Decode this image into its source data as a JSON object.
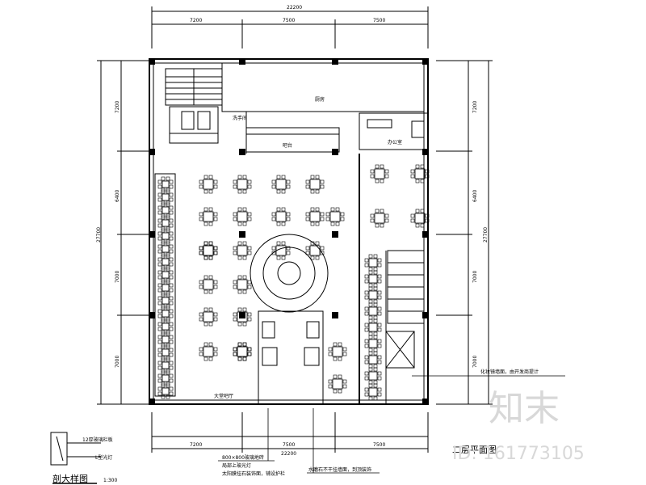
{
  "dimensions": {
    "top_total": "22200",
    "top_segments": [
      "7200",
      "7500",
      "7500"
    ],
    "bottom_total": "22200",
    "bottom_segments": [
      "7200",
      "7500",
      "7500"
    ],
    "left_total": "27700",
    "left_segments": [
      "7200",
      "6400",
      "7000",
      "7000"
    ],
    "right_total": "27700",
    "right_segments": [
      "7200",
      "6400",
      "7000",
      "7000"
    ]
  },
  "rooms": {
    "kitchen": "厨房",
    "washroom": "洗手间",
    "bar": "吧台",
    "office": "办公室",
    "lounge": "大堂吧厅"
  },
  "callouts": {
    "right_note": "化妆镜墙面，由开发商提计",
    "bottom_note_1": "800×800玻璃地砖",
    "bottom_note_2": "局部上玻光灯",
    "bottom_note_3": "太阳膜挂石装饰面，铺设护栏",
    "bottom_note_4": "水磨石不干挂墙面，到顶装饰"
  },
  "legend": {
    "line1": "12厚玻璃栏板",
    "line2": "L型光灯"
  },
  "detail_title": "剖大样图",
  "detail_scale": "1:300",
  "plan_title": "二层平面图",
  "watermark": {
    "brand": "知末",
    "id_text": "ID: 161773105"
  },
  "colors": {
    "line": "#000000",
    "watermark": "#d8d8d8"
  }
}
